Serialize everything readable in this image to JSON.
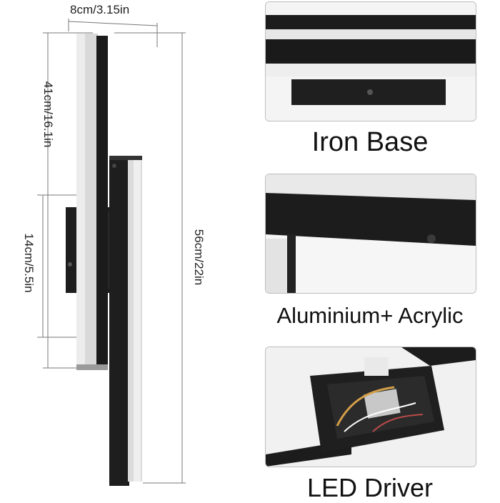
{
  "dimensions": {
    "width": "8cm/3.15in",
    "top_length": "41cm/16.1in",
    "base_height": "14cm/5.5in",
    "total_height": "56cm/22in"
  },
  "details": [
    {
      "caption": "Iron Base"
    },
    {
      "caption": "Aluminium+ Acrylic"
    },
    {
      "caption": "LED Driver"
    }
  ]
}
